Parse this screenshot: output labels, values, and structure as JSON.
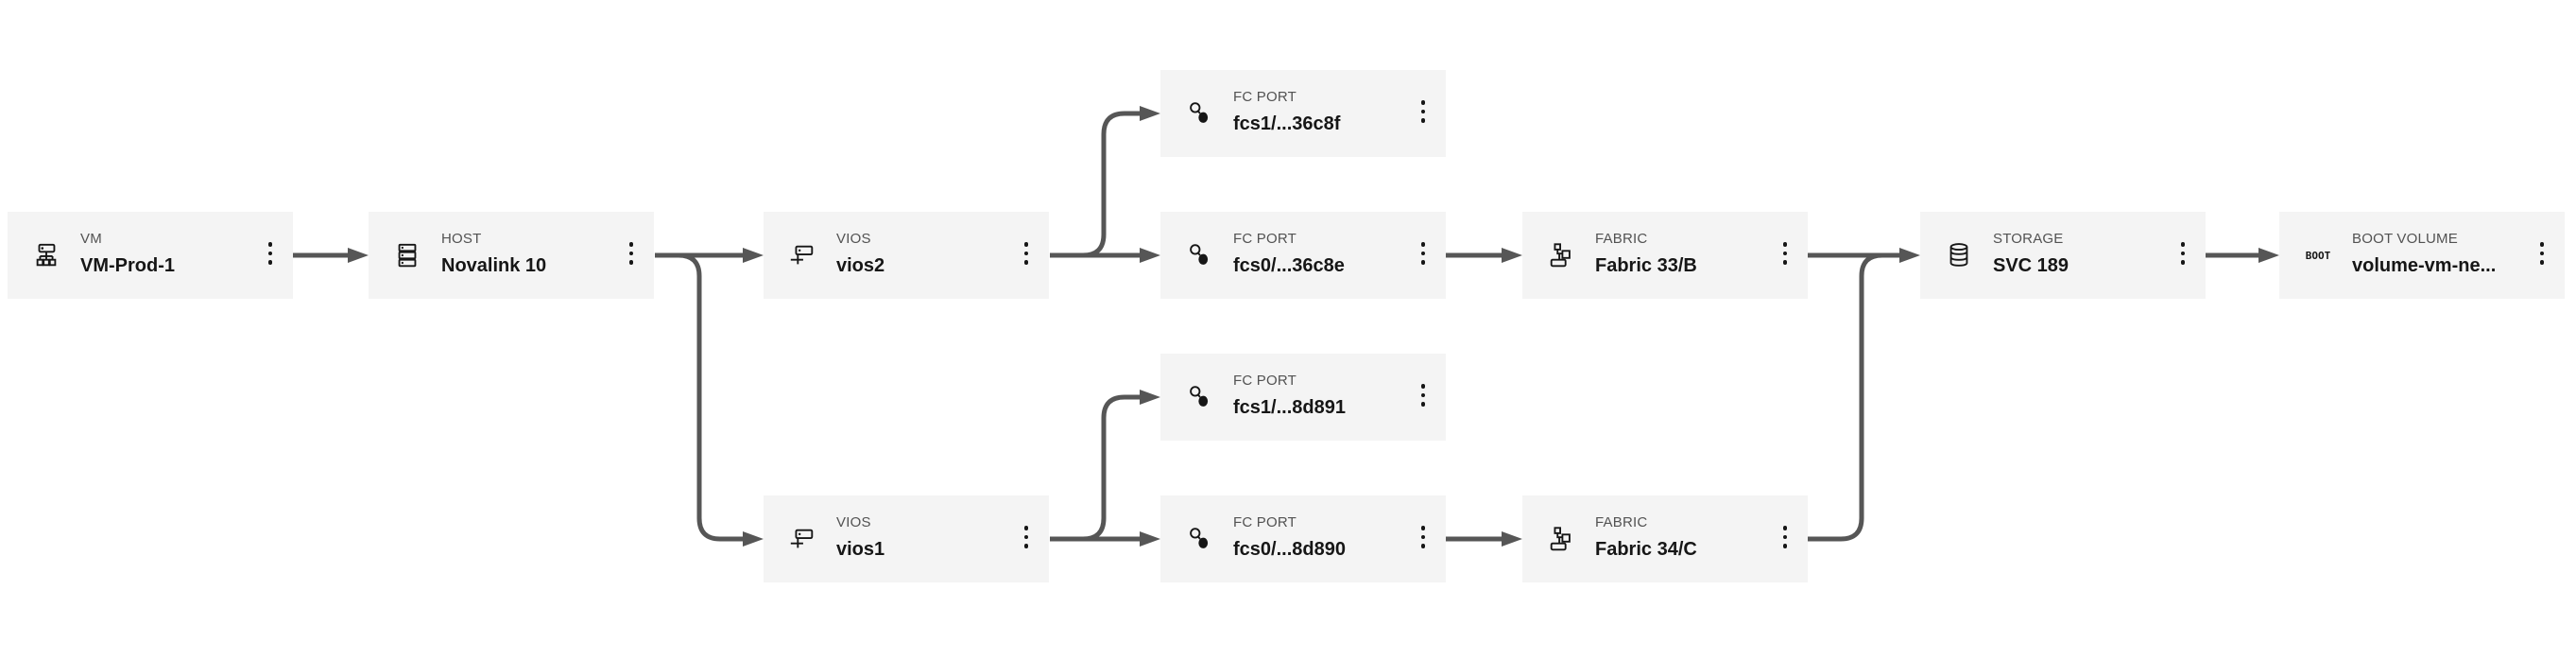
{
  "diagram": {
    "colors": {
      "node_background": "#f4f4f4",
      "edge": "#565656",
      "type_text": "#525252",
      "name_text": "#161616"
    },
    "nodes": [
      {
        "id": "vm",
        "type": "VM",
        "name": "VM-Prod-1",
        "icon": "vm-icon"
      },
      {
        "id": "host",
        "type": "HOST",
        "name": "Novalink 10",
        "icon": "host-icon"
      },
      {
        "id": "vios2",
        "type": "VIOS",
        "name": "vios2",
        "icon": "vios-icon"
      },
      {
        "id": "fc36c8f",
        "type": "FC PORT",
        "name": "fcs1/...36c8f",
        "icon": "fc-port-icon"
      },
      {
        "id": "fc36c8e",
        "type": "FC PORT",
        "name": "fcs0/...36c8e",
        "icon": "fc-port-icon"
      },
      {
        "id": "fab33b",
        "type": "FABRIC",
        "name": "Fabric 33/B",
        "icon": "fabric-icon"
      },
      {
        "id": "storage",
        "type": "STORAGE",
        "name": "SVC 189",
        "icon": "storage-icon"
      },
      {
        "id": "boot",
        "type": "BOOT VOLUME",
        "name": "volume-vm-ne...",
        "icon": "boot-volume-icon",
        "icon_text": "BOOT"
      },
      {
        "id": "fc8d891",
        "type": "FC PORT",
        "name": "fcs1/...8d891",
        "icon": "fc-port-icon"
      },
      {
        "id": "vios1",
        "type": "VIOS",
        "name": "vios1",
        "icon": "vios-icon"
      },
      {
        "id": "fc8d890",
        "type": "FC PORT",
        "name": "fcs0/...8d890",
        "icon": "fc-port-icon"
      },
      {
        "id": "fab34c",
        "type": "FABRIC",
        "name": "Fabric 34/C",
        "icon": "fabric-icon"
      }
    ],
    "connections": [
      {
        "from": "VM-Prod-1",
        "to": "Novalink 10"
      },
      {
        "from": "Novalink 10",
        "to": "vios2"
      },
      {
        "from": "Novalink 10",
        "to": "vios1"
      },
      {
        "from": "vios2",
        "to": "fcs1/...36c8f"
      },
      {
        "from": "vios2",
        "to": "fcs0/...36c8e"
      },
      {
        "from": "vios1",
        "to": "fcs1/...8d891"
      },
      {
        "from": "vios1",
        "to": "fcs0/...8d890"
      },
      {
        "from": "fcs0/...36c8e",
        "to": "Fabric 33/B"
      },
      {
        "from": "fcs0/...8d890",
        "to": "Fabric 34/C"
      },
      {
        "from": "Fabric 33/B",
        "to": "SVC 189"
      },
      {
        "from": "Fabric 34/C",
        "to": "SVC 189"
      },
      {
        "from": "SVC 189",
        "to": "volume-vm-ne..."
      }
    ]
  }
}
